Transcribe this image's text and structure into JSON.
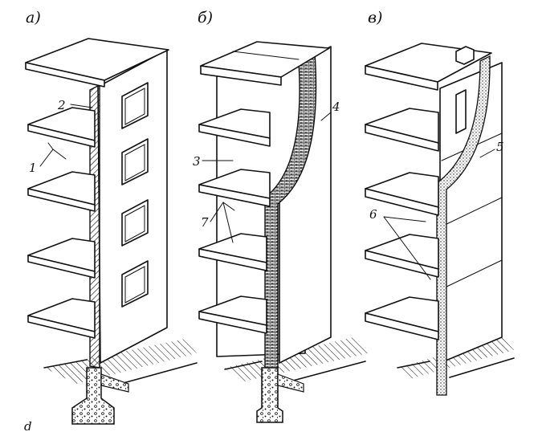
{
  "panels": [
    {
      "label": "а)",
      "callouts": [
        "2",
        "1"
      ]
    },
    {
      "label": "б)",
      "callouts": [
        "4",
        "3",
        "7"
      ]
    },
    {
      "label": "в)",
      "callouts": [
        "5",
        "6"
      ]
    }
  ],
  "corner_mark": "d"
}
